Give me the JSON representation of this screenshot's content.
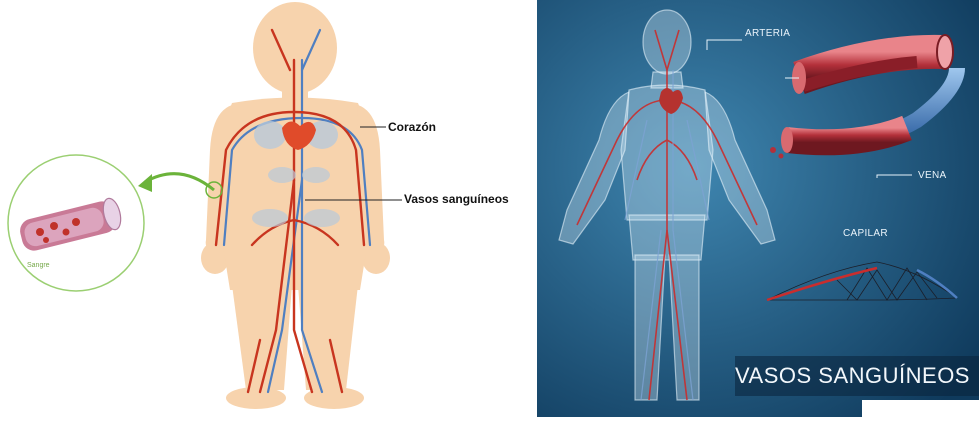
{
  "left": {
    "heart_label": "Corazón",
    "vessels_label": "Vasos sanguíneos",
    "blood_label": "Sangre"
  },
  "right": {
    "artery_label": "ARTERIA",
    "vein_label": "VENA",
    "capillary_label": "CAPILAR",
    "title": "VASOS SANGUÍNEOS"
  },
  "colors": {
    "skin": "#f7d3ad",
    "artery": "#c8351f",
    "vein": "#4f7fc1",
    "arrow": "#6bb33a",
    "right_bg": "#1f5f8a"
  }
}
